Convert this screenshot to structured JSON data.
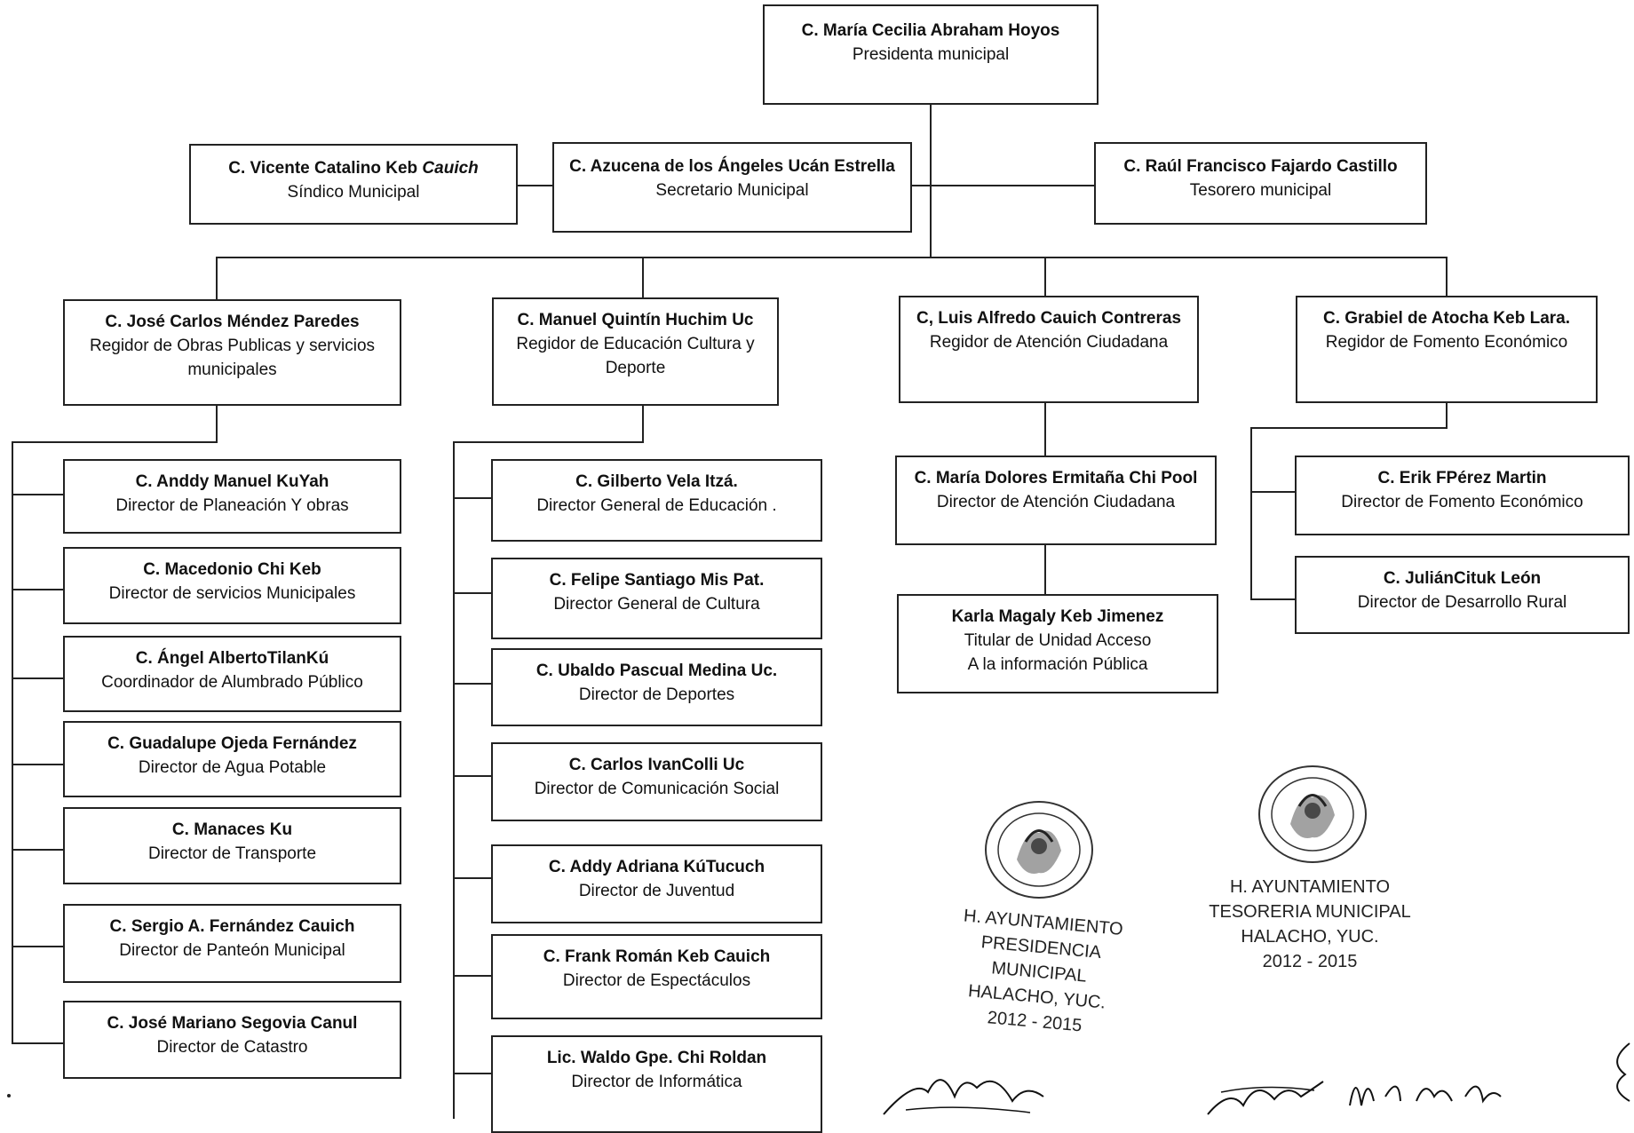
{
  "org_chart": {
    "president": {
      "name": "C. María Cecilia Abraham Hoyos",
      "title": "Presidenta municipal"
    },
    "sindico": {
      "name_regular": "C. Vicente Catalino Keb ",
      "name_italic": "Cauich",
      "title": "Síndico Municipal"
    },
    "secretario": {
      "name": "C. Azucena de los Ángeles Ucán Estrella",
      "title": "Secretario Municipal"
    },
    "tesorero": {
      "name": "C. Raúl Francisco Fajardo Castillo",
      "title": "Tesorero municipal"
    },
    "regidores": [
      {
        "name": "C. José Carlos Méndez Paredes",
        "title": "Regidor de Obras Publicas y servicios municipales"
      },
      {
        "name": "C. Manuel Quintín Huchim Uc",
        "title": "Regidor de Educación Cultura y Deporte"
      },
      {
        "name": "C, Luis Alfredo Cauich Contreras",
        "title": "Regidor de Atención Ciudadana"
      },
      {
        "name": "C. Grabiel de Atocha Keb Lara.",
        "title": "Regidor de Fomento Económico"
      }
    ],
    "obras_directors": [
      {
        "name": "C. Anddy Manuel KuYah",
        "title": "Director de Planeación Y obras"
      },
      {
        "name": "C. Macedonio Chi Keb",
        "title": "Director de servicios Municipales"
      },
      {
        "name": "C. Ángel AlbertoTilanKú",
        "title": "Coordinador de Alumbrado Público"
      },
      {
        "name": "C. Guadalupe Ojeda Fernández",
        "title": "Director de Agua Potable"
      },
      {
        "name": "C. Manaces Ku",
        "title": "Director de Transporte"
      },
      {
        "name": "C. Sergio A. Fernández Cauich",
        "title": "Director de Panteón Municipal"
      },
      {
        "name": "C. José Mariano Segovia Canul",
        "title": "Director de Catastro"
      }
    ],
    "educacion_directors": [
      {
        "name": "C. Gilberto Vela Itzá.",
        "title": "Director General de Educación ."
      },
      {
        "name": "C. Felipe Santiago Mis Pat.",
        "title": "Director General de Cultura"
      },
      {
        "name": "C. Ubaldo Pascual Medina Uc.",
        "title": "Director de Deportes"
      },
      {
        "name": "C.  Carlos IvanColli Uc",
        "title": "Director de Comunicación Social"
      },
      {
        "name": "C. Addy Adriana KúTucuch",
        "title": "Director de Juventud"
      },
      {
        "name": "C. Frank Román Keb Cauich",
        "title": "Director de Espectáculos"
      },
      {
        "name": "Lic. Waldo Gpe. Chi Roldan",
        "title": "Director de Informática"
      }
    ],
    "atencion_directors": [
      {
        "name": "C. María Dolores Ermitaña Chi Pool",
        "title": "Director de Atención Ciudadana"
      },
      {
        "name": "Karla Magaly Keb Jimenez",
        "title": "Titular de Unidad Acceso",
        "title2": "A la información Pública"
      }
    ],
    "fomento_directors": [
      {
        "name": "C. Erik FPérez Martin",
        "title": "Director de Fomento Económico"
      },
      {
        "name": "C. JuliánCituk León",
        "title": "Director de Desarrollo Rural"
      }
    ]
  },
  "seals": [
    {
      "icon": "mexican-coat-of-arms-seal",
      "line1": "H. AYUNTAMIENTO",
      "line2": "PRESIDENCIA MUNICIPAL",
      "line3": "HALACHO, YUC.",
      "line4": "2012 - 2015"
    },
    {
      "icon": "mexican-coat-of-arms-seal",
      "line1": "H. AYUNTAMIENTO",
      "line2": "TESORERIA MUNICIPAL",
      "line3": "HALACHO, YUC.",
      "line4": "2012 - 2015"
    }
  ],
  "signatures": [
    "handwritten-signature",
    "handwritten-signature",
    "handwritten-signature",
    "handwritten-signature"
  ]
}
